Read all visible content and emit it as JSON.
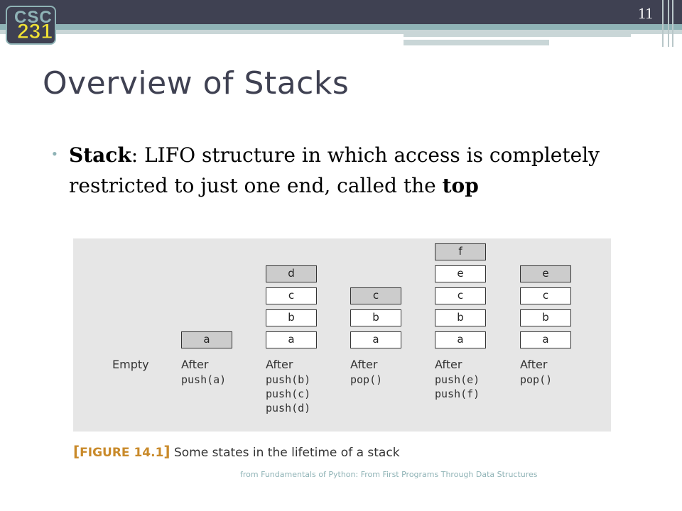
{
  "badge": {
    "line1": "CSC",
    "line2": "231"
  },
  "slide_number": "11",
  "title": "Overview of Stacks",
  "bullet": {
    "term": "Stack",
    "text": ": LIFO structure in which access is completely restricted to just one end, called the ",
    "emphasis": "top"
  },
  "figure": {
    "states": [
      {
        "label": "Empty",
        "ops": "",
        "stack": []
      },
      {
        "label": "After",
        "ops": "push(a)",
        "stack": [
          "a"
        ]
      },
      {
        "label": "After",
        "ops": "push(b)\npush(c)\npush(d)",
        "stack": [
          "a",
          "b",
          "c",
          "d"
        ]
      },
      {
        "label": "After",
        "ops": "pop()",
        "stack": [
          "a",
          "b",
          "c"
        ]
      },
      {
        "label": "After",
        "ops": "push(e)\npush(f)",
        "stack": [
          "a",
          "b",
          "c",
          "e",
          "f"
        ]
      },
      {
        "label": "After",
        "ops": "pop()",
        "stack": [
          "a",
          "b",
          "c",
          "e"
        ]
      }
    ],
    "caption_bracket_open": "[",
    "caption_figure": "FIGURE 14.1",
    "caption_bracket_close": "]",
    "caption_text": " Some states in the lifetime of a stack"
  },
  "source": "from Fundamentals of Python: From First Programs Through Data Structures",
  "colors": {
    "accent": "#8fb3b6",
    "dark": "#3f4152",
    "badge_number": "#f0e234",
    "caption_accent": "#c98a2a"
  }
}
